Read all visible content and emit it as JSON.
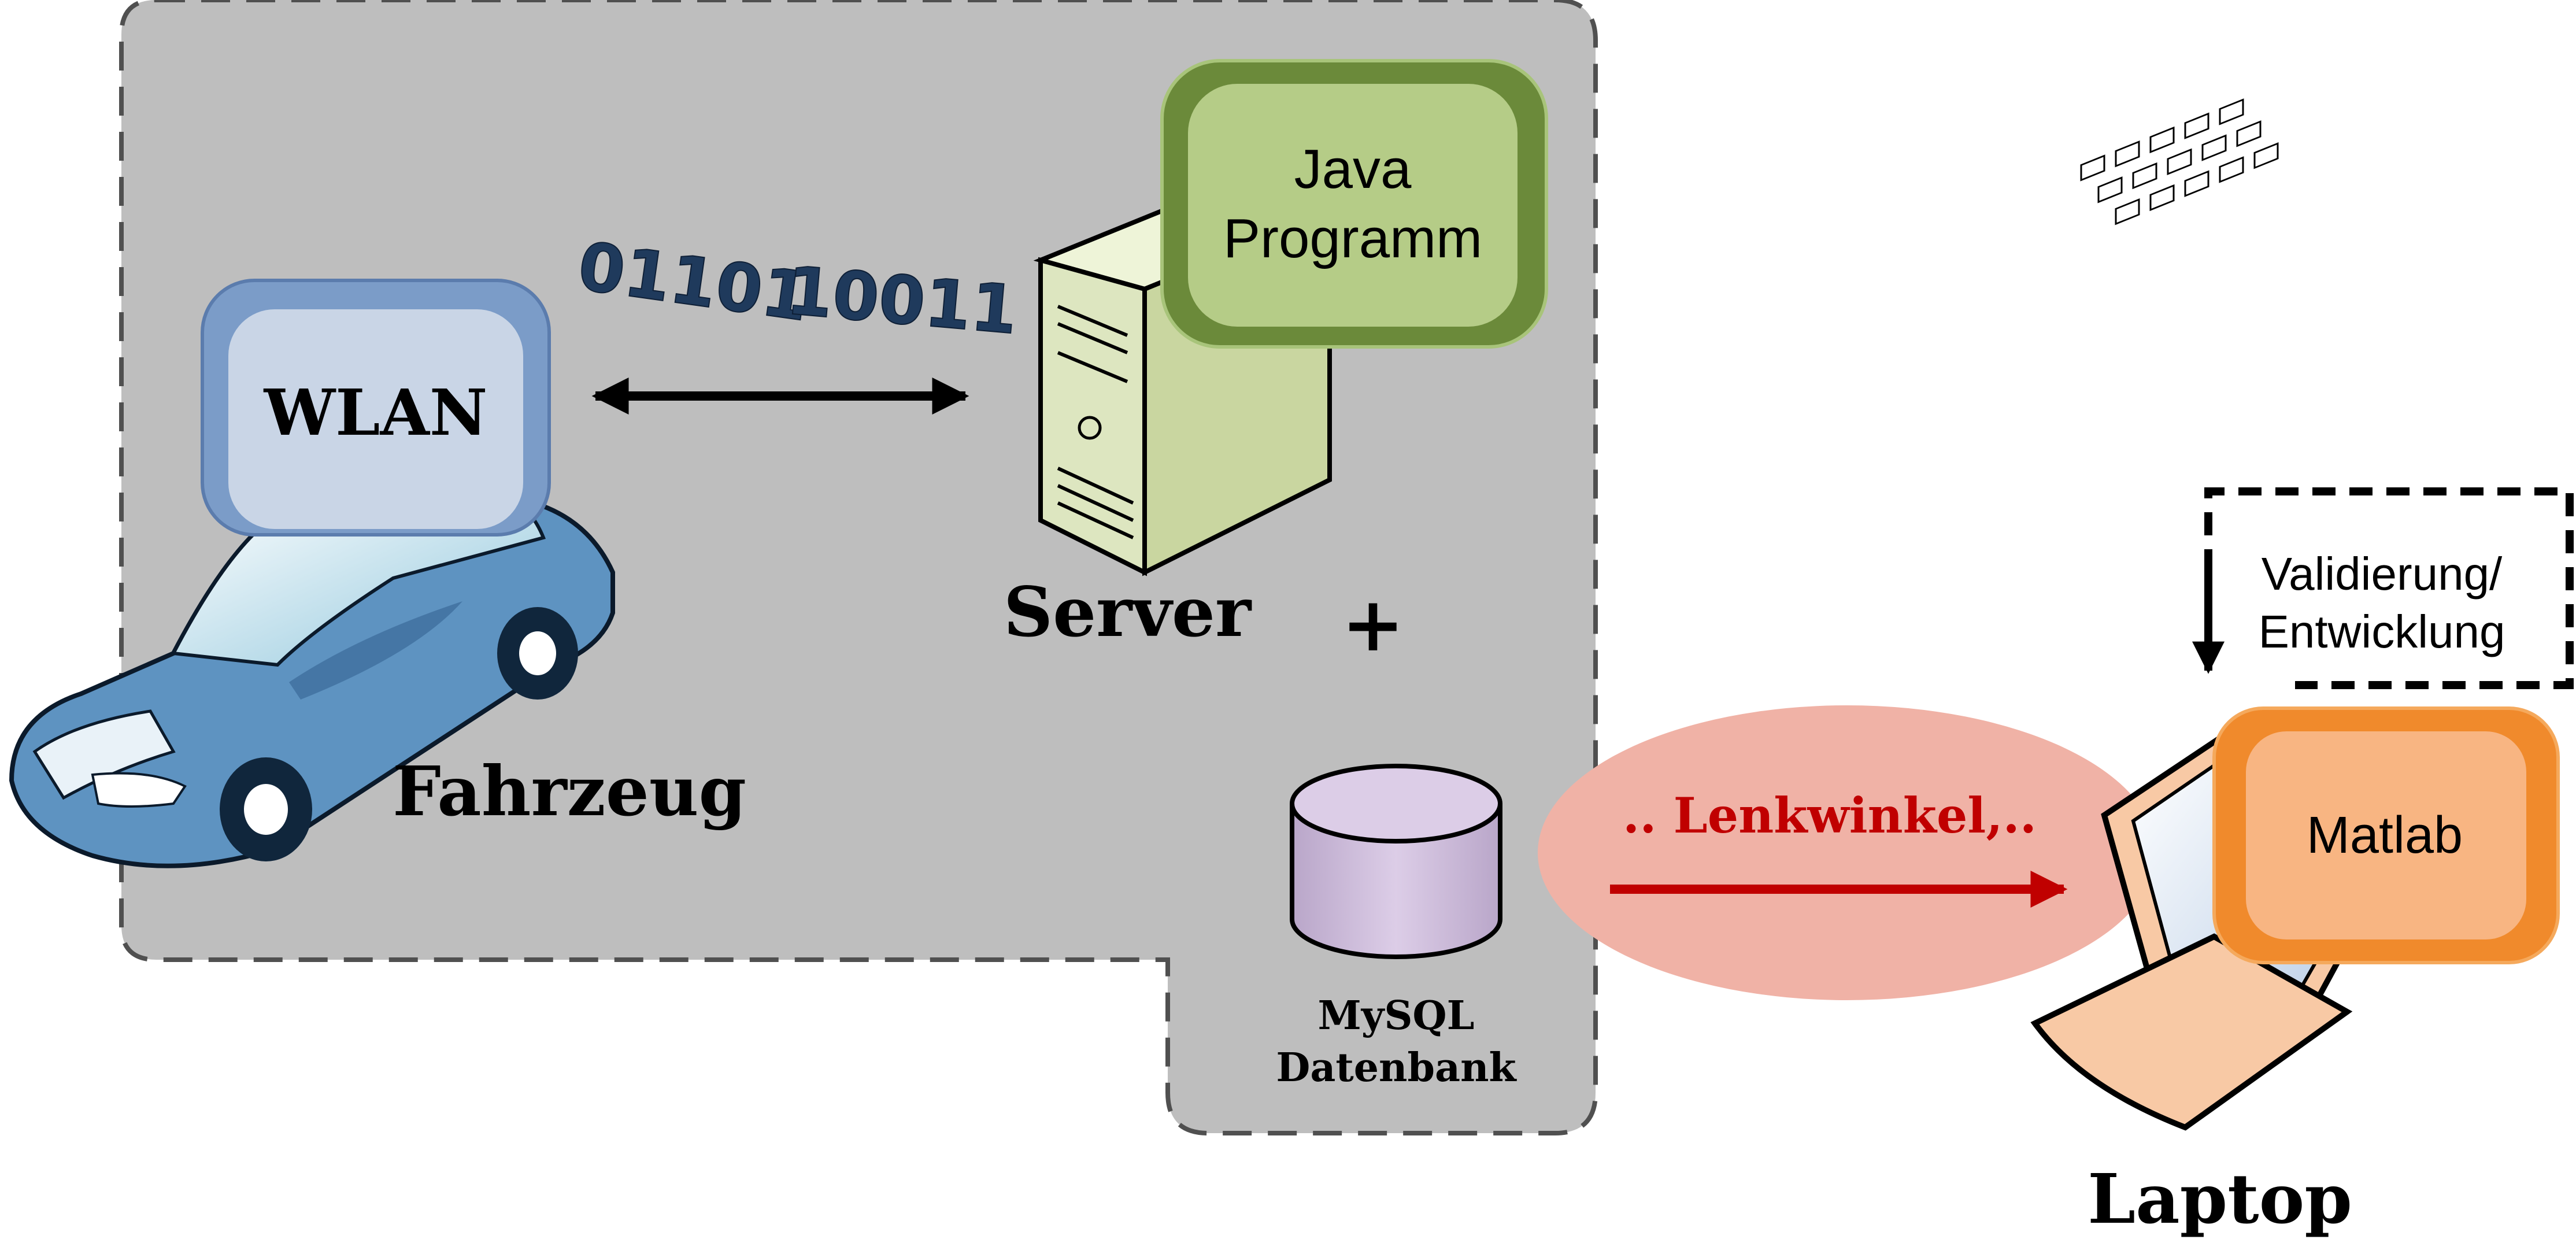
{
  "labels": {
    "wlan": "WLAN",
    "binary_left": "01101",
    "binary_right": "10011",
    "java_line1": "Java",
    "java_line2": "Programm",
    "server": "Server",
    "plus": "+",
    "fahrzeug": "Fahrzeug",
    "mysql_line1": "MySQL",
    "mysql_line2": "Datenbank",
    "lenkwinkel": ".. Lenkwinkel,..",
    "validierung_line1": "Validierung/",
    "validierung_line2": "Entwicklung",
    "matlab": "Matlab",
    "laptop": "Laptop"
  },
  "icons": {
    "car": "car-icon",
    "server": "server-tower-icon",
    "database": "database-cylinder-icon",
    "laptop": "laptop-icon"
  },
  "colors": {
    "system_region": "#bebebe",
    "wlan_outer": "#7b9cc8",
    "wlan_inner": "#c9d5e6",
    "java_outer": "#6b8a3a",
    "java_inner": "#b5cc87",
    "server_body": "#dde6c0",
    "database": "#cdbcd9",
    "lenkwinkel_ellipse": "#f0b2a6",
    "lenkwinkel_text": "#c00000",
    "matlab_outer": "#f08a2c",
    "matlab_inner": "#f8b582",
    "laptop_body": "#f8c9a5",
    "car_body": "#5e93c1"
  }
}
